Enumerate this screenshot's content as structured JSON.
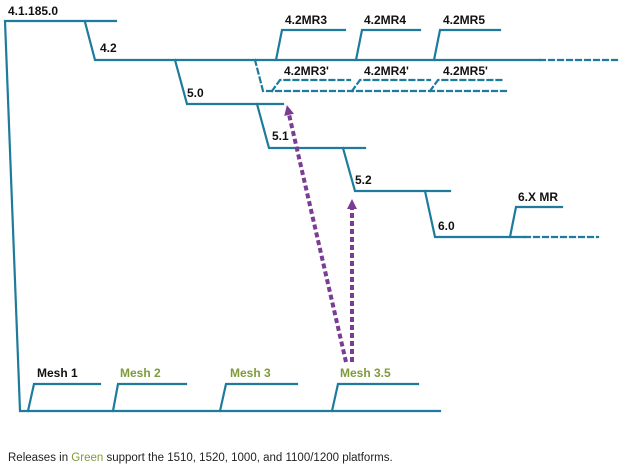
{
  "colors": {
    "line": "#1e7b9c",
    "arrow": "#7a3d93",
    "label": "#111111",
    "green": "#7f9a3a"
  },
  "releases": {
    "r4_1_185": "4.1.185.0",
    "r4_2": "4.2",
    "r4_2mr3": "4.2MR3",
    "r4_2mr4": "4.2MR4",
    "r4_2mr5": "4.2MR5",
    "r4_2mr3p": "4.2MR3'",
    "r4_2mr4p": "4.2MR4'",
    "r4_2mr5p": "4.2MR5'",
    "r5_0": "5.0",
    "r5_1": "5.1",
    "r5_2": "5.2",
    "r6_0": "6.0",
    "r6_xmr": "6.X MR"
  },
  "mesh": {
    "m1": "Mesh 1",
    "m2": "Mesh 2",
    "m3": "Mesh 3",
    "m35": "Mesh 3.5"
  },
  "caption": {
    "before": "Releases in ",
    "green_word": "Green",
    "after": " support the 1510, 1520, 1000, and 1100/1200 platforms."
  }
}
